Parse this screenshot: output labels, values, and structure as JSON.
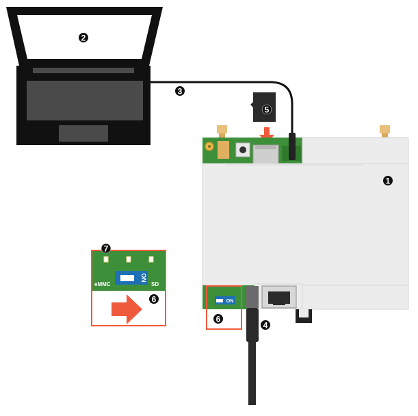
{
  "callouts": {
    "device": "1",
    "laptop_screen": "2",
    "usb_cable": "3",
    "power_cable": "4",
    "sd_card": "5",
    "switch_main": "6",
    "switch_inset": "6",
    "inset_header": "7"
  },
  "inset": {
    "left_label": "eMMC",
    "switch_label": "ON",
    "right_label": "SD"
  },
  "device_switch_label": "ON",
  "colors": {
    "accent_red": "#f05a3c",
    "pcb_green": "#3e8f3a",
    "switch_blue": "#1f6fb5",
    "enclosure": "#ececec",
    "laptop": "#111111"
  }
}
